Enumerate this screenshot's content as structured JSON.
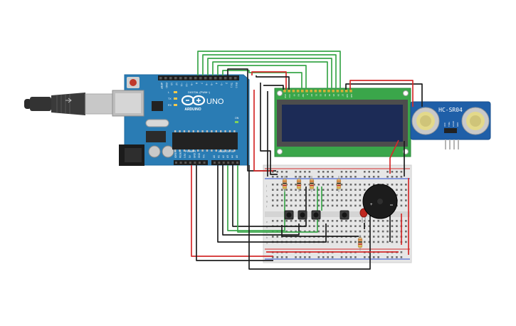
{
  "arduino": {
    "brand_logo_text": "ARDUINO",
    "model": "UNO",
    "digital_header_label": "DIGITAL (PWM~)",
    "power_label": "POWER",
    "analog_label": "ANALOG IN",
    "digital_pins": [
      "AREF",
      "GND",
      "13",
      "12",
      "~11",
      "~10",
      "~9",
      "8",
      "7",
      "~6",
      "~5",
      "4",
      "~3",
      "2",
      "TX 1",
      "RX 0"
    ],
    "power_pins": [
      "IOREF",
      "RESET",
      "3.3V",
      "5V",
      "GND",
      "GND",
      "Vin"
    ],
    "analog_pins": [
      "A0",
      "A1",
      "A2",
      "A3",
      "A4",
      "A5"
    ],
    "led_labels": [
      "L",
      "TX",
      "RX"
    ],
    "on_label": "ON"
  },
  "lcd": {
    "pin_labels": [
      "GND",
      "VCC",
      "V0",
      "RS",
      "RW",
      "E",
      "D0",
      "D1",
      "D2",
      "D3",
      "D4",
      "D5",
      "D6",
      "D7",
      "LED",
      "LED"
    ]
  },
  "ultrasonic": {
    "model": "HC-SR04",
    "pin_labels": [
      "VCC",
      "TRIG",
      "ECHO",
      "GND"
    ]
  },
  "breadboard": {
    "row_letters": [
      "a",
      "b",
      "c",
      "d",
      "e",
      "f",
      "g",
      "h",
      "i",
      "j"
    ]
  },
  "buzzer": {
    "plus_label": "+"
  },
  "colors": {
    "board": "#2a7cb4",
    "wire_green": "#3aa64a",
    "wire_black": "#1e1e1e",
    "wire_red": "#d32a2a",
    "lcd_screen": "#1c2b56",
    "sensor_board": "#1f5fa8"
  }
}
